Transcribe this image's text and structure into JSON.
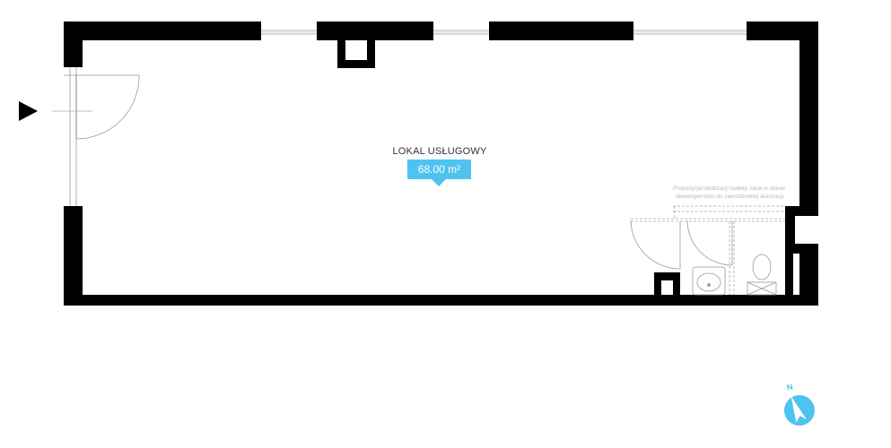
{
  "room": {
    "name": "LOKAL USŁUGOWY",
    "area": "68.00 m²"
  },
  "note": {
    "line1": "Propozycja lokalizacji toalety, lokal w stanie",
    "line2": "deweloperskim do samodzielnej aranżacji."
  },
  "compass": {
    "label": "N"
  },
  "colors": {
    "accent": "#4fc3f0",
    "wall": "#000000",
    "note": "#b8b8b8"
  }
}
